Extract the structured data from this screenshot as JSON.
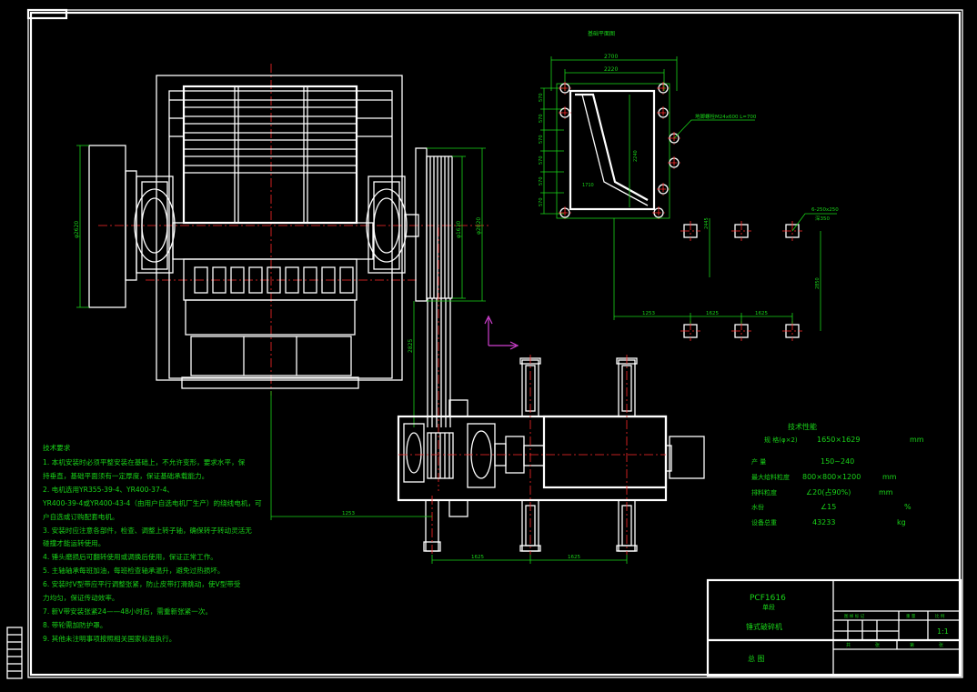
{
  "drawing": {
    "plan_title": "基础平面图",
    "bolt_note": "地脚螺栓M24x600  L=700",
    "pocket_note": "6-250x250",
    "pocket_note2": "深350",
    "dims": {
      "plan_top_outer": "2700",
      "plan_top_inner": "2220",
      "plan_right_height": "2240",
      "plan_inner_slope": "1710",
      "plan_row_1": "570",
      "plan_row_2": "570",
      "plan_row_3": "570",
      "plan_row_4": "570",
      "plan_row_5": "570",
      "plan_row_6": "570",
      "plan_v1": "2445",
      "plan_v2": "2850",
      "plan_h1": "1253",
      "plan_h2": "1625",
      "plan_h3": "1625",
      "elev_left": "φ2620",
      "elev_pulley_1": "φ1630",
      "elev_pulley_2": "φ2020",
      "belt_center": "2825",
      "bottom_offset": "1253",
      "bottom_span_1": "1625",
      "bottom_span_2": "1625"
    }
  },
  "notes": {
    "title": "技术要求",
    "lines": [
      "1. 本机安装时必须平整安装在基础上，不允许变形，要求水平，保",
      "持垂直，基础平面须有一定厚度，保证基础承载能力。",
      "2. 电机选用YR355-39-4、YR400-37-4、",
      "YR400-39-4或YR400-43-4（由用户自选电机厂生产）的绕线电机，可",
      "户自选或订购配套电机。",
      "3. 安装时应注意各部件，检查、调整上转子轴，确保转子转动灵活无",
      "碰撞才能运转使用。",
      "4. 锤头磨损后可翻转使用或调换后使用，保证正常工作。",
      "5. 主轴轴承每班加油，每班检查轴承温升，避免过热损坏。",
      "6. 安装时V型带应平行调整张紧，防止皮带打滑跳动，使V型带受",
      "力均匀，保证传动效率。",
      "7. 新V带安装张紧24——48小时后，需重新张紧一次。",
      "8. 带轮需加防护罩。",
      "9. 其他未注明事项按照相关国家标准执行。"
    ]
  },
  "specs": {
    "title": "技术性能",
    "rows": [
      {
        "label": "规  格(φ×2)",
        "value": "1650×1629",
        "unit": "mm"
      },
      {
        "label": "产  量",
        "value": "150~240",
        "unit": ""
      },
      {
        "label": "最大给料粒度",
        "value": "800×800×1200",
        "unit": "mm"
      },
      {
        "label": "排料粒度",
        "value": "∠20(占90%)",
        "unit": "mm"
      },
      {
        "label": "水份",
        "value": "∠15",
        "unit": "%"
      },
      {
        "label": "设备总重",
        "value": "43233",
        "unit": "kg"
      }
    ]
  },
  "titleblock": {
    "model": "PCF1616",
    "subtitle": "单段",
    "name": "锤式破碎机",
    "drawing_type": "总  图",
    "scale": "1:1",
    "small_headers": [
      "图 样 标 记",
      "重 量",
      "比 例"
    ],
    "sheet": [
      "共",
      "张",
      "第",
      "张"
    ]
  },
  "colors": {
    "line": "#ffffff",
    "dimension": "#19d419",
    "centerline": "#ff2a2a",
    "ucs": "#d040d0"
  }
}
